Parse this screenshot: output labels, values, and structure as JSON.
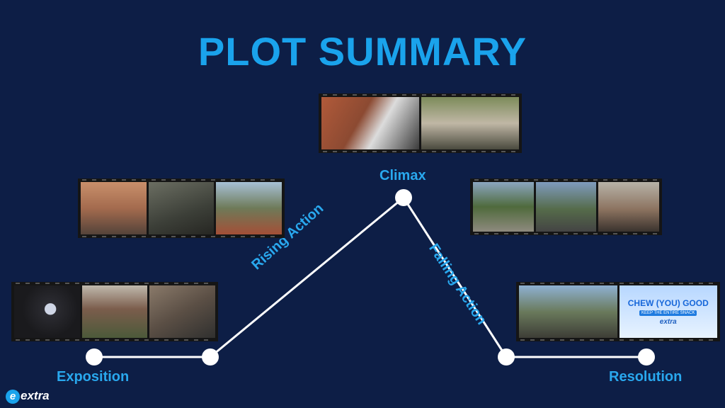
{
  "title": "PLOT SUMMARY",
  "stages": {
    "exposition": "Exposition",
    "rising": "Rising Action",
    "climax": "Climax",
    "falling": "Falling Action",
    "resolution": "Resolution"
  },
  "promo": {
    "headline": "CHEW (YOU) GOOD",
    "sub": "KEEP THE ENTIRE SNACK",
    "brand": "extra"
  },
  "logo": "extra",
  "colors": {
    "background": "#0d1e46",
    "accent": "#1aa3ec",
    "line": "#ffffff"
  }
}
